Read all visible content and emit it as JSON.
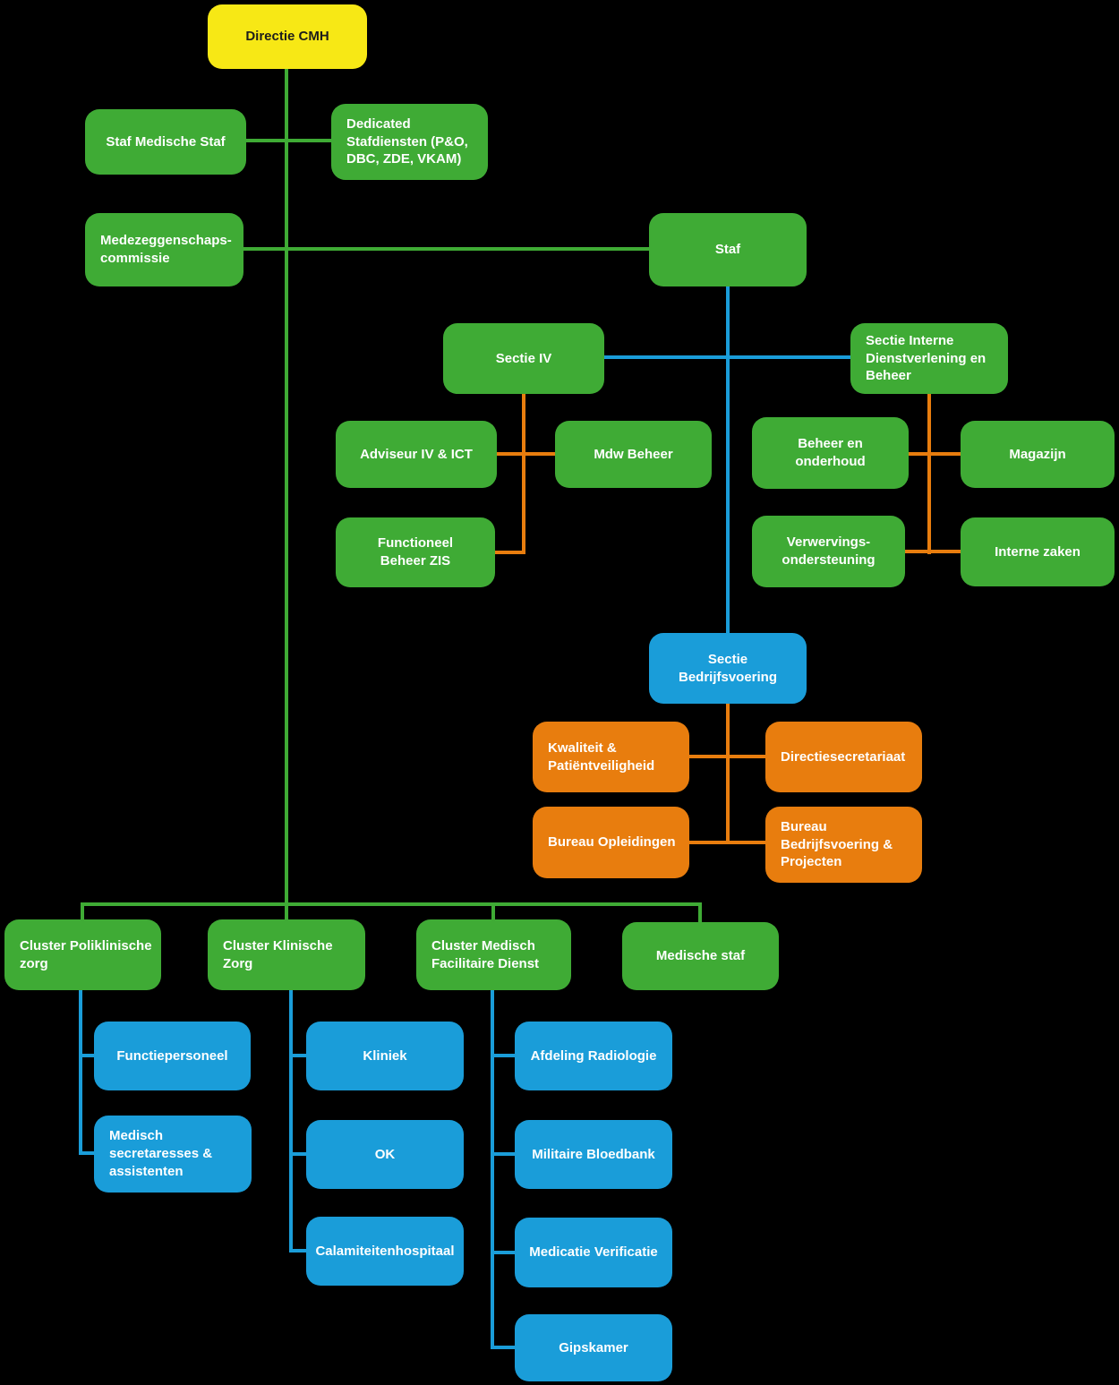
{
  "colors": {
    "background": "#000000",
    "green": "#3FAB35",
    "blue": "#1A9DD9",
    "orange": "#E87D0E",
    "yellow": "#F7E815",
    "yellow_text": "#1D1D1B"
  },
  "nodes": {
    "directie": {
      "label": "Directie CMH"
    },
    "staf_medische_staf": {
      "label": "Staf Medische Staf"
    },
    "dedicated_stafdiensten": {
      "label": "Dedicated\nStafdiensten (P&O,\nDBC, ZDE, VKAM)"
    },
    "medezeggenschapscommissie": {
      "label": "Medezeggenschaps-\ncommissie"
    },
    "staf": {
      "label": "Staf"
    },
    "sectie_iv": {
      "label": "Sectie IV"
    },
    "sectie_interne": {
      "label": "Sectie Interne\nDienstverlening en\nBeheer"
    },
    "adviseur_iv_ict": {
      "label": "Adviseur IV & ICT"
    },
    "mdw_beheer": {
      "label": "Mdw Beheer"
    },
    "functioneel_beheer_zis": {
      "label": "Functioneel\nBeheer ZIS"
    },
    "beheer_en_onderhoud": {
      "label": "Beheer en\nonderhoud"
    },
    "magazijn": {
      "label": "Magazijn"
    },
    "verwervingsondersteuning": {
      "label": "Verwervings-\nondersteuning"
    },
    "interne_zaken": {
      "label": "Interne zaken"
    },
    "sectie_bedrijfsvoering": {
      "label": "Sectie\nBedrijfsvoering"
    },
    "kwaliteit_patientveiligheid": {
      "label": "Kwaliteit &\nPatiëntveiligheid"
    },
    "directiesecretariaat": {
      "label": "Directiesecretariaat"
    },
    "bureau_opleidingen": {
      "label": "Bureau Opleidingen"
    },
    "bureau_bedrijfsvoering": {
      "label": "Bureau\nBedrijfsvoering &\nProjecten"
    },
    "cluster_poliklinische": {
      "label": "Cluster Poliklinische\nzorg"
    },
    "cluster_klinische": {
      "label": "Cluster Klinische\nZorg"
    },
    "cluster_medisch_facilitaire": {
      "label": "Cluster Medisch\nFacilitaire Dienst"
    },
    "medische_staf": {
      "label": "Medische staf"
    },
    "functiepersoneel": {
      "label": "Functiepersoneel"
    },
    "medisch_secretaresses": {
      "label": "Medisch\nsecretaresses &\nassistenten"
    },
    "kliniek": {
      "label": "Kliniek"
    },
    "ok": {
      "label": "OK"
    },
    "calamiteitenhospitaal": {
      "label": "Calamiteitenhospitaal"
    },
    "afdeling_radiologie": {
      "label": "Afdeling Radiologie"
    },
    "militaire_bloedbank": {
      "label": "Militaire Bloedbank"
    },
    "medicatie_verificatie": {
      "label": "Medicatie Verificatie"
    },
    "gipskamer": {
      "label": "Gipskamer"
    }
  }
}
